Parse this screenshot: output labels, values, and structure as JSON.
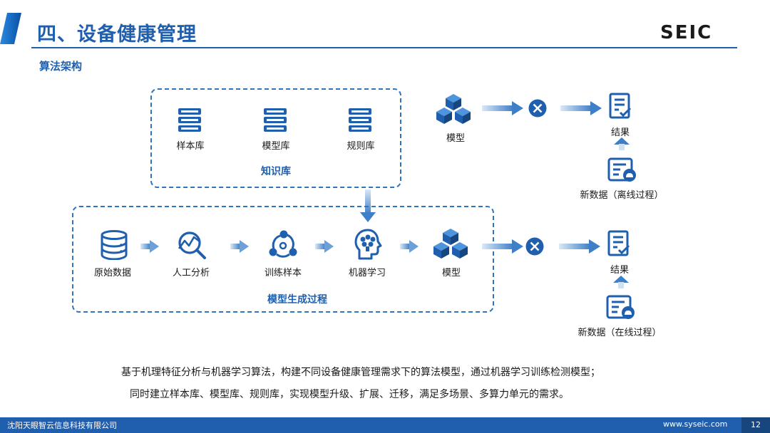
{
  "header": {
    "title": "四、设备健康管理",
    "subtitle": "算法架构",
    "logo_text": "SEIC",
    "accent_color": "#1f5fae"
  },
  "knowledge_base": {
    "label": "知识库",
    "items": [
      "样本库",
      "模型库",
      "规则库"
    ]
  },
  "model_generation": {
    "label": "模型生成过程",
    "steps": [
      "原始数据",
      "人工分析",
      "训练样本",
      "机器学习",
      "模型"
    ]
  },
  "offline_flow": {
    "model_label": "模型",
    "result_label": "结果",
    "input_label": "新数据（离线过程）"
  },
  "online_flow": {
    "result_label": "结果",
    "input_label": "新数据（在线过程）"
  },
  "description": {
    "line1": "基于机理特征分析与机器学习算法，构建不同设备健康管理需求下的算法模型，通过机器学习训练检测模型；",
    "line2": "同时建立样本库、模型库、规则库，实现模型升级、扩展、迁移，满足多场景、多算力单元的需求。"
  },
  "footer": {
    "company": "沈阳天眼智云信息科技有限公司",
    "url": "www.syseic.com",
    "page": "12"
  },
  "icons": {
    "library": "database-stack-icon",
    "cubes": "cubes-icon",
    "combine": "circle-x-icon",
    "result": "checklist-icon",
    "new_data": "data-card-icon",
    "raw_data": "database-icon",
    "analysis": "magnifier-chart-icon",
    "samples": "network-nodes-icon",
    "ml": "brain-head-icon"
  }
}
